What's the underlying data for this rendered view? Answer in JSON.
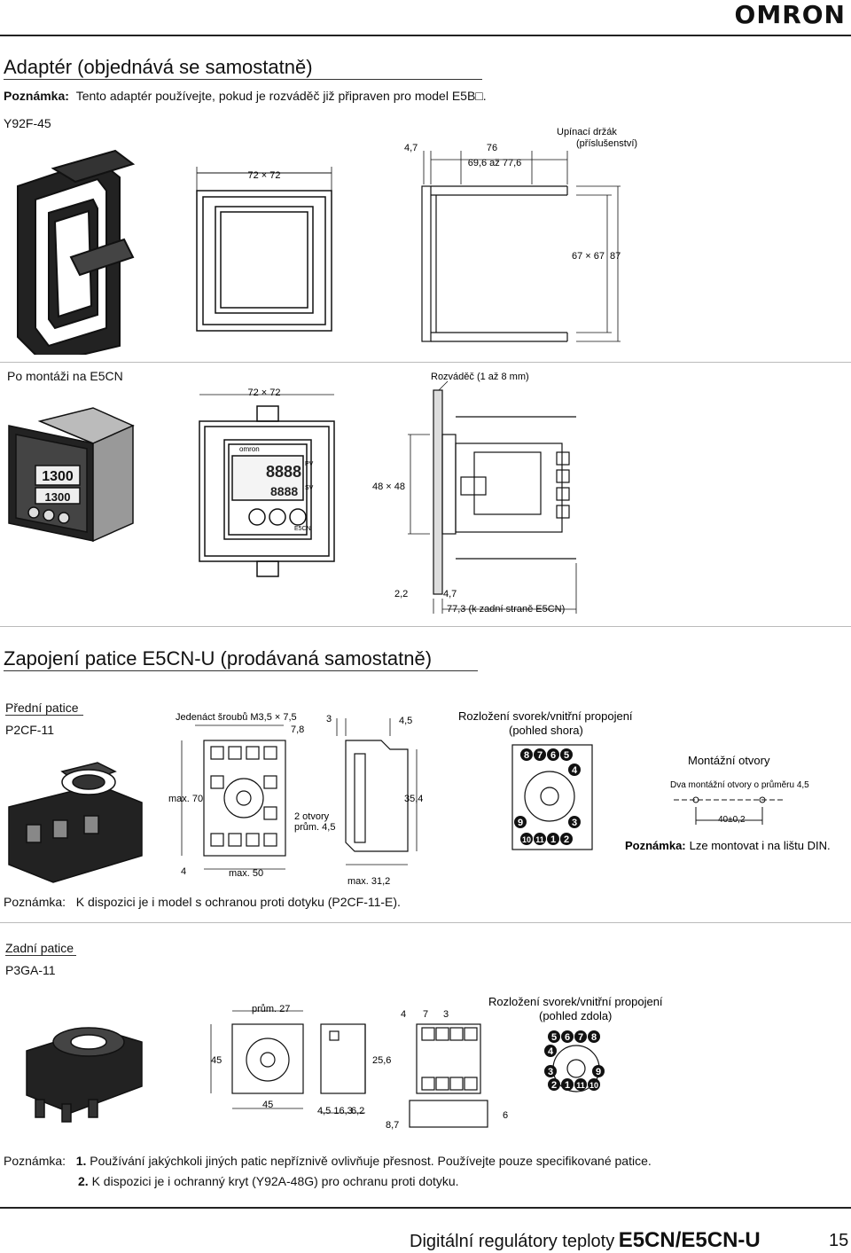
{
  "header": {
    "logo": "OMRON"
  },
  "adapter": {
    "title": "Adaptér (objednává se samostatně)",
    "note_label": "Poznámka:",
    "note_text": "Tento adaptér používejte, pokud je rozváděč již připraven pro model E5B□.",
    "model": "Y92F-45",
    "dim_72x72": "72 × 72",
    "dim_4_7": "4,7",
    "dim_76": "76",
    "dim_69_77": "69,6 až 77,6",
    "holder_label_1": "Upínací držák",
    "holder_label_2": "(příslušenství)",
    "dim_67x67": "67 × 67",
    "dim_87": "87"
  },
  "mounted": {
    "title": "Po montáži na E5CN",
    "dim_72x72": "72 × 72",
    "panel_label": "Rozváděč (1 až 8 mm)",
    "dim_48x48": "48 × 48",
    "dim_2_2": "2,2",
    "dim_4_7": "4,7",
    "dim_77_3": "77,3 (k zadní straně E5CN)",
    "panel_model": "E5CN",
    "display_pv": "PV",
    "display_sv": "SV",
    "brand": "omron"
  },
  "socket": {
    "title": "Zapojení patice E5CN-U (prodávaná samostatně)",
    "front": {
      "title": "Přední patice",
      "model": "P2CF-11",
      "screws": "Jedenáct šroubů M3,5 × 7,5",
      "dim_7_8": "7,8",
      "dim_3": "3",
      "dim_4_5": "4,5",
      "dim_max70": "max. 70",
      "dim_35_4": "35,4",
      "holes_1": "2 otvory",
      "holes_2": "prům. 4,5",
      "dim_4": "4",
      "dim_max50": "max. 50",
      "dim_max31_2": "max. 31,2",
      "layout_1": "Rozložení svorek/vnitřní propojení",
      "layout_2": "(pohled shora)",
      "terminals_top": [
        "8",
        "7",
        "6",
        "5"
      ],
      "terminal_4": "4",
      "terminal_9": "9",
      "terminal_3": "3",
      "terminals_bottom": [
        "10",
        "11",
        "1",
        "2"
      ],
      "mount_title": "Montážní otvory",
      "mount_text": "Dva montážní otvory o průměru 4,5",
      "mount_dim": "40±0,2",
      "din_note_label": "Poznámka:",
      "din_note_text": "Lze montovat i na lištu DIN.",
      "note_label": "Poznámka:",
      "note_text": "K dispozici je i model s ochranou proti dotyku (P2CF-11-E)."
    },
    "rear": {
      "title": "Zadní patice",
      "model": "P3GA-11",
      "dim_prum27": "prům. 27",
      "dim_4": "4",
      "dim_7": "7",
      "dim_3": "3",
      "dim_45a": "45",
      "dim_25_6": "25,6",
      "dim_45b": "45",
      "dim_4_5_16_3": "4,5 16,3",
      "dim_6_2": "6,2",
      "dim_8_7": "8,7",
      "dim_6": "6",
      "layout_1": "Rozložení svorek/vnitřní propojení",
      "layout_2": "(pohled zdola)",
      "terminals_top": [
        "5",
        "6",
        "7",
        "8"
      ],
      "terminal_4": "4",
      "terminal_3": "3",
      "terminal_9": "9",
      "terminals_bottom": [
        "2",
        "1",
        "11",
        "10"
      ]
    },
    "notes": {
      "label": "Poznámka:",
      "n1_num": "1.",
      "n1": "Používání jakýchkoli jiných patic nepříznivě ovlivňuje přesnost. Používejte pouze specifikované patice.",
      "n2_num": "2.",
      "n2": "K dispozici je i ochranný kryt (Y92A-48G) pro ochranu proti dotyku."
    }
  },
  "footer": {
    "title": "Digitální regulátory teploty",
    "model": "E5CN/E5CN-U",
    "page": "15"
  }
}
